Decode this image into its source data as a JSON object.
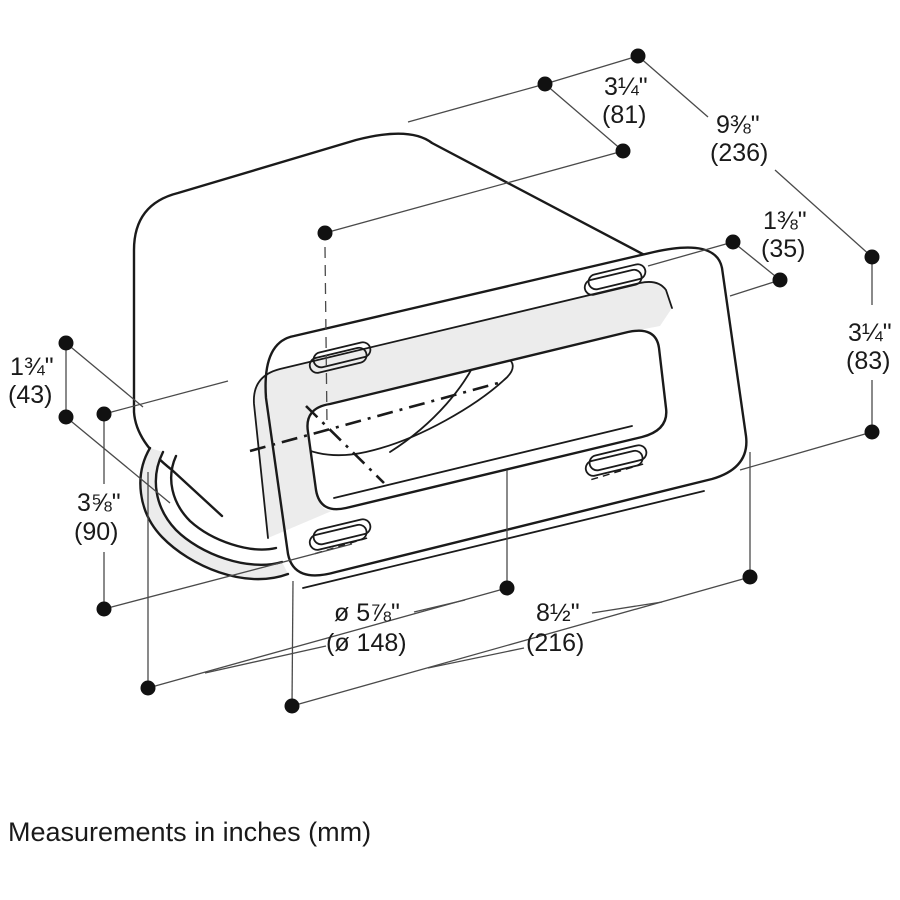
{
  "note": "Measurements in inches (mm)",
  "diagram": {
    "subject": "duct-adapter-isometric-dimension-drawing",
    "units_primary": "inches",
    "units_secondary": "mm",
    "dimensions": {
      "top_offset": {
        "in": "3¼\"",
        "mm": "(81)"
      },
      "depth": {
        "in": "9⅜\"",
        "mm": "(236)"
      },
      "flange_offset": {
        "in": "1⅜\"",
        "mm": "(35)"
      },
      "opening_height": {
        "in": "3¼\"",
        "mm": "(83)"
      },
      "collar_offset": {
        "in": "1¾\"",
        "mm": "(43)"
      },
      "side_height": {
        "in": "3⅝\"",
        "mm": "(90)"
      },
      "duct_diameter": {
        "in": "ø 5⅞\"",
        "mm": "(ø 148)"
      },
      "opening_width": {
        "in": "8½\"",
        "mm": "(216)"
      }
    }
  }
}
